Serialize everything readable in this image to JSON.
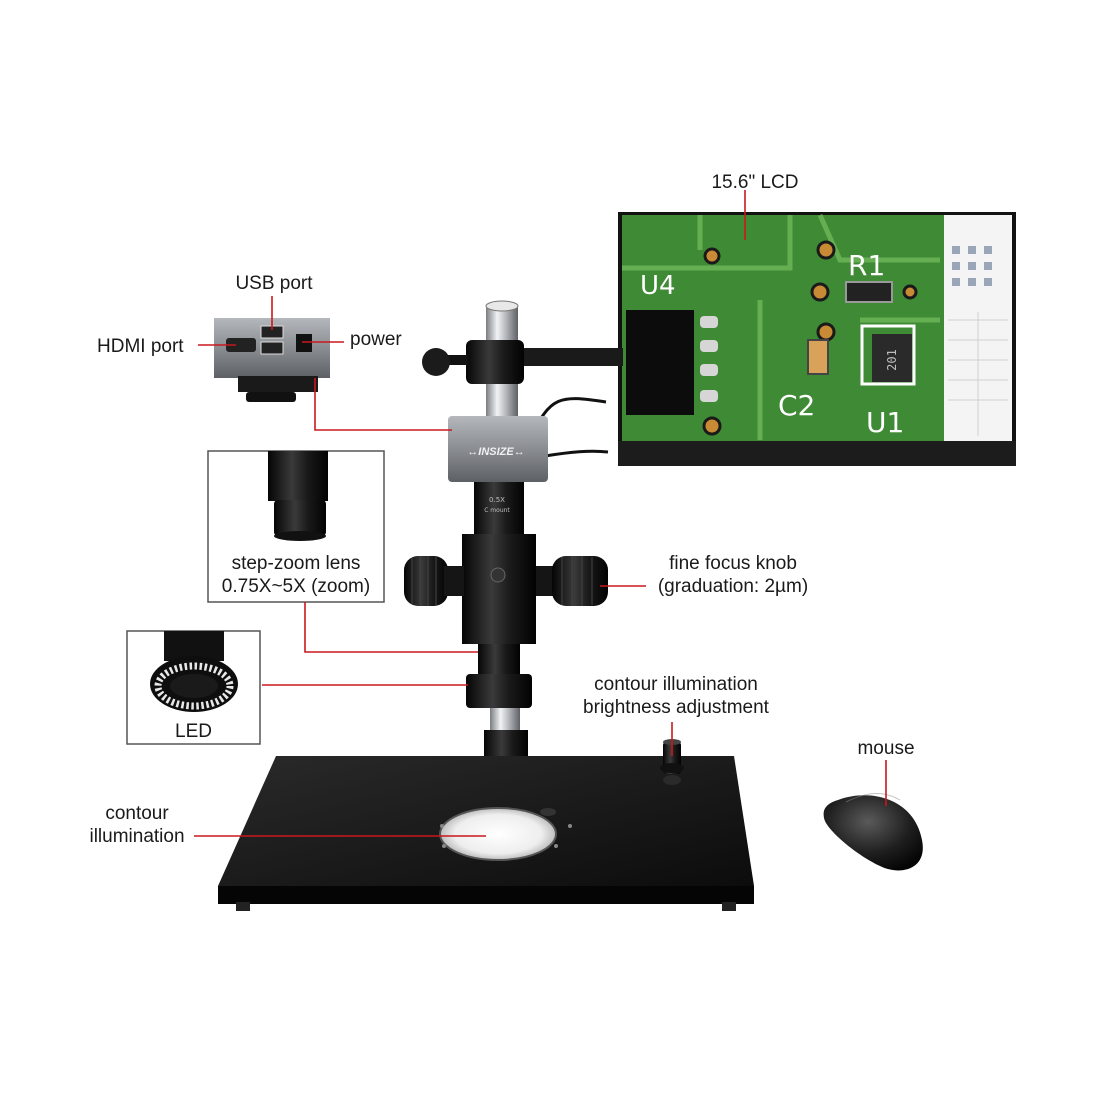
{
  "labels": {
    "lcd": "15.6\" LCD",
    "usb_port": "USB port",
    "hdmi_port": "HDMI port",
    "power": "power",
    "step_zoom_line1": "step-zoom lens",
    "step_zoom_line2": "0.75X~5X (zoom)",
    "fine_focus_line1": "fine focus knob",
    "fine_focus_line2": "(graduation: 2µm)",
    "led": "LED",
    "contour_brightness_line1": "contour illumination",
    "contour_brightness_line2": "brightness adjustment",
    "mouse": "mouse",
    "contour_illum_line1": "contour",
    "contour_illum_line2": "illumination"
  },
  "device_text": {
    "camera_brand": "↔INSIZE↔",
    "lens_mag": "0.5X",
    "lens_mount": "C mount",
    "pcb_u4": "U4",
    "pcb_r1": "R1",
    "pcb_c2": "C2",
    "pcb_u1": "U1",
    "pcb_chip": "201"
  },
  "colors": {
    "leader": "#c8181e",
    "pcb_green": "#3f8a34",
    "body_black": "#141414",
    "camera_gray": "#8a8d92"
  }
}
